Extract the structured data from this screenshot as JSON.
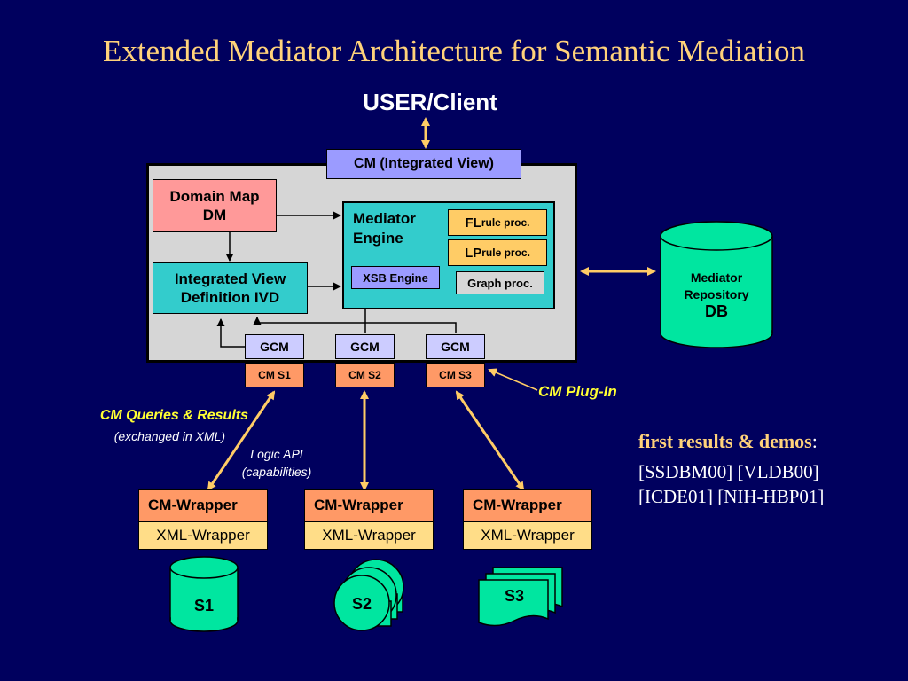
{
  "title": "Extended Mediator Architecture for Semantic Mediation",
  "user_client": "USER/Client",
  "cm_integrated_view": "CM (Integrated View)",
  "domain_map": {
    "line1": "Domain Map",
    "line2": "DM"
  },
  "integrated_view_def": {
    "line1": "Integrated View",
    "line2": "Definition IVD"
  },
  "mediator_engine": {
    "line1": "Mediator",
    "line2": "Engine"
  },
  "fl_rule": {
    "strong": "FL",
    "rest": " rule proc."
  },
  "lp_rule": {
    "strong": "LP",
    "rest": " rule proc."
  },
  "graph_proc": "Graph proc.",
  "xsb_engine": "XSB Engine",
  "gcm_units": [
    {
      "gcm": "GCM",
      "cm": "CM S1"
    },
    {
      "gcm": "GCM",
      "cm": "CM S2"
    },
    {
      "gcm": "GCM",
      "cm": "CM S3"
    }
  ],
  "repository": {
    "line1": "Mediator",
    "line2": "Repository",
    "line3": "DB"
  },
  "cm_plugin": "CM Plug-In",
  "cm_queries": {
    "title": "CM Queries & Results",
    "sub": "(exchanged in XML)"
  },
  "logic_api": {
    "line1": "Logic API",
    "line2": "(capabilities)"
  },
  "wrappers": [
    {
      "cm": "CM-Wrapper",
      "xml": "XML-Wrapper"
    },
    {
      "cm": "CM-Wrapper",
      "xml": "XML-Wrapper"
    },
    {
      "cm": "CM-Wrapper",
      "xml": "XML-Wrapper"
    }
  ],
  "sources": {
    "s1": "S1",
    "s2": "S2",
    "s3": "S3"
  },
  "first_results": {
    "label": "first results & demos",
    "colon": ":"
  },
  "refs": {
    "line1": "[SSDBM00] [VLDB00]",
    "line2": "[ICDE01] [NIH-HBP01]"
  },
  "colors": {
    "background": "#00005e",
    "title": "#ffd27a",
    "arrow": "#ffcc66",
    "cyan": "#33cccc",
    "repo": "#00e6a0",
    "annotation": "#ffff33"
  }
}
